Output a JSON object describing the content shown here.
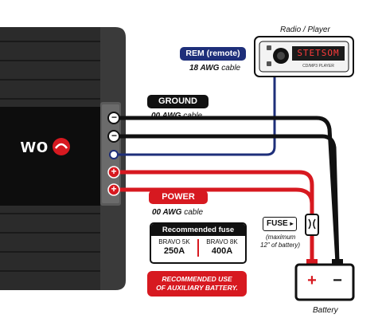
{
  "radio": {
    "caption": "Radio / Player",
    "display": "STETSOM",
    "brand": "CD/MP3 PLAYER"
  },
  "rem": {
    "label": "REM (remote)",
    "gauge": "18 AWG",
    "unit": "cable"
  },
  "ground": {
    "label": "GROUND",
    "gauge": "00 AWG",
    "unit": "cable"
  },
  "power": {
    "label": "POWER",
    "gauge": "00 AWG",
    "unit": "cable"
  },
  "amp": {
    "logo_text": "wo"
  },
  "fuse_box": {
    "title": "Recommended fuse",
    "left_model": "BRAVO 5K",
    "left_value": "250A",
    "right_model": "BRAVO 8K",
    "right_value": "400A"
  },
  "fuse": {
    "label": "FUSE",
    "note_line1": "(maximum",
    "note_line2": "12\" of battery)"
  },
  "aux_note": {
    "line1": "RECOMMENDED USE",
    "line2": "OF AUXILIARY BATTERY."
  },
  "battery": {
    "caption": "Battery",
    "plus": "+",
    "minus": "−"
  },
  "terminals": {
    "plus": "+",
    "minus": "−"
  },
  "colors": {
    "remote_blue": "#1e2f7a",
    "ground_black": "#111111",
    "power_red": "#d71920",
    "amp_body": "#2b2b2b"
  }
}
